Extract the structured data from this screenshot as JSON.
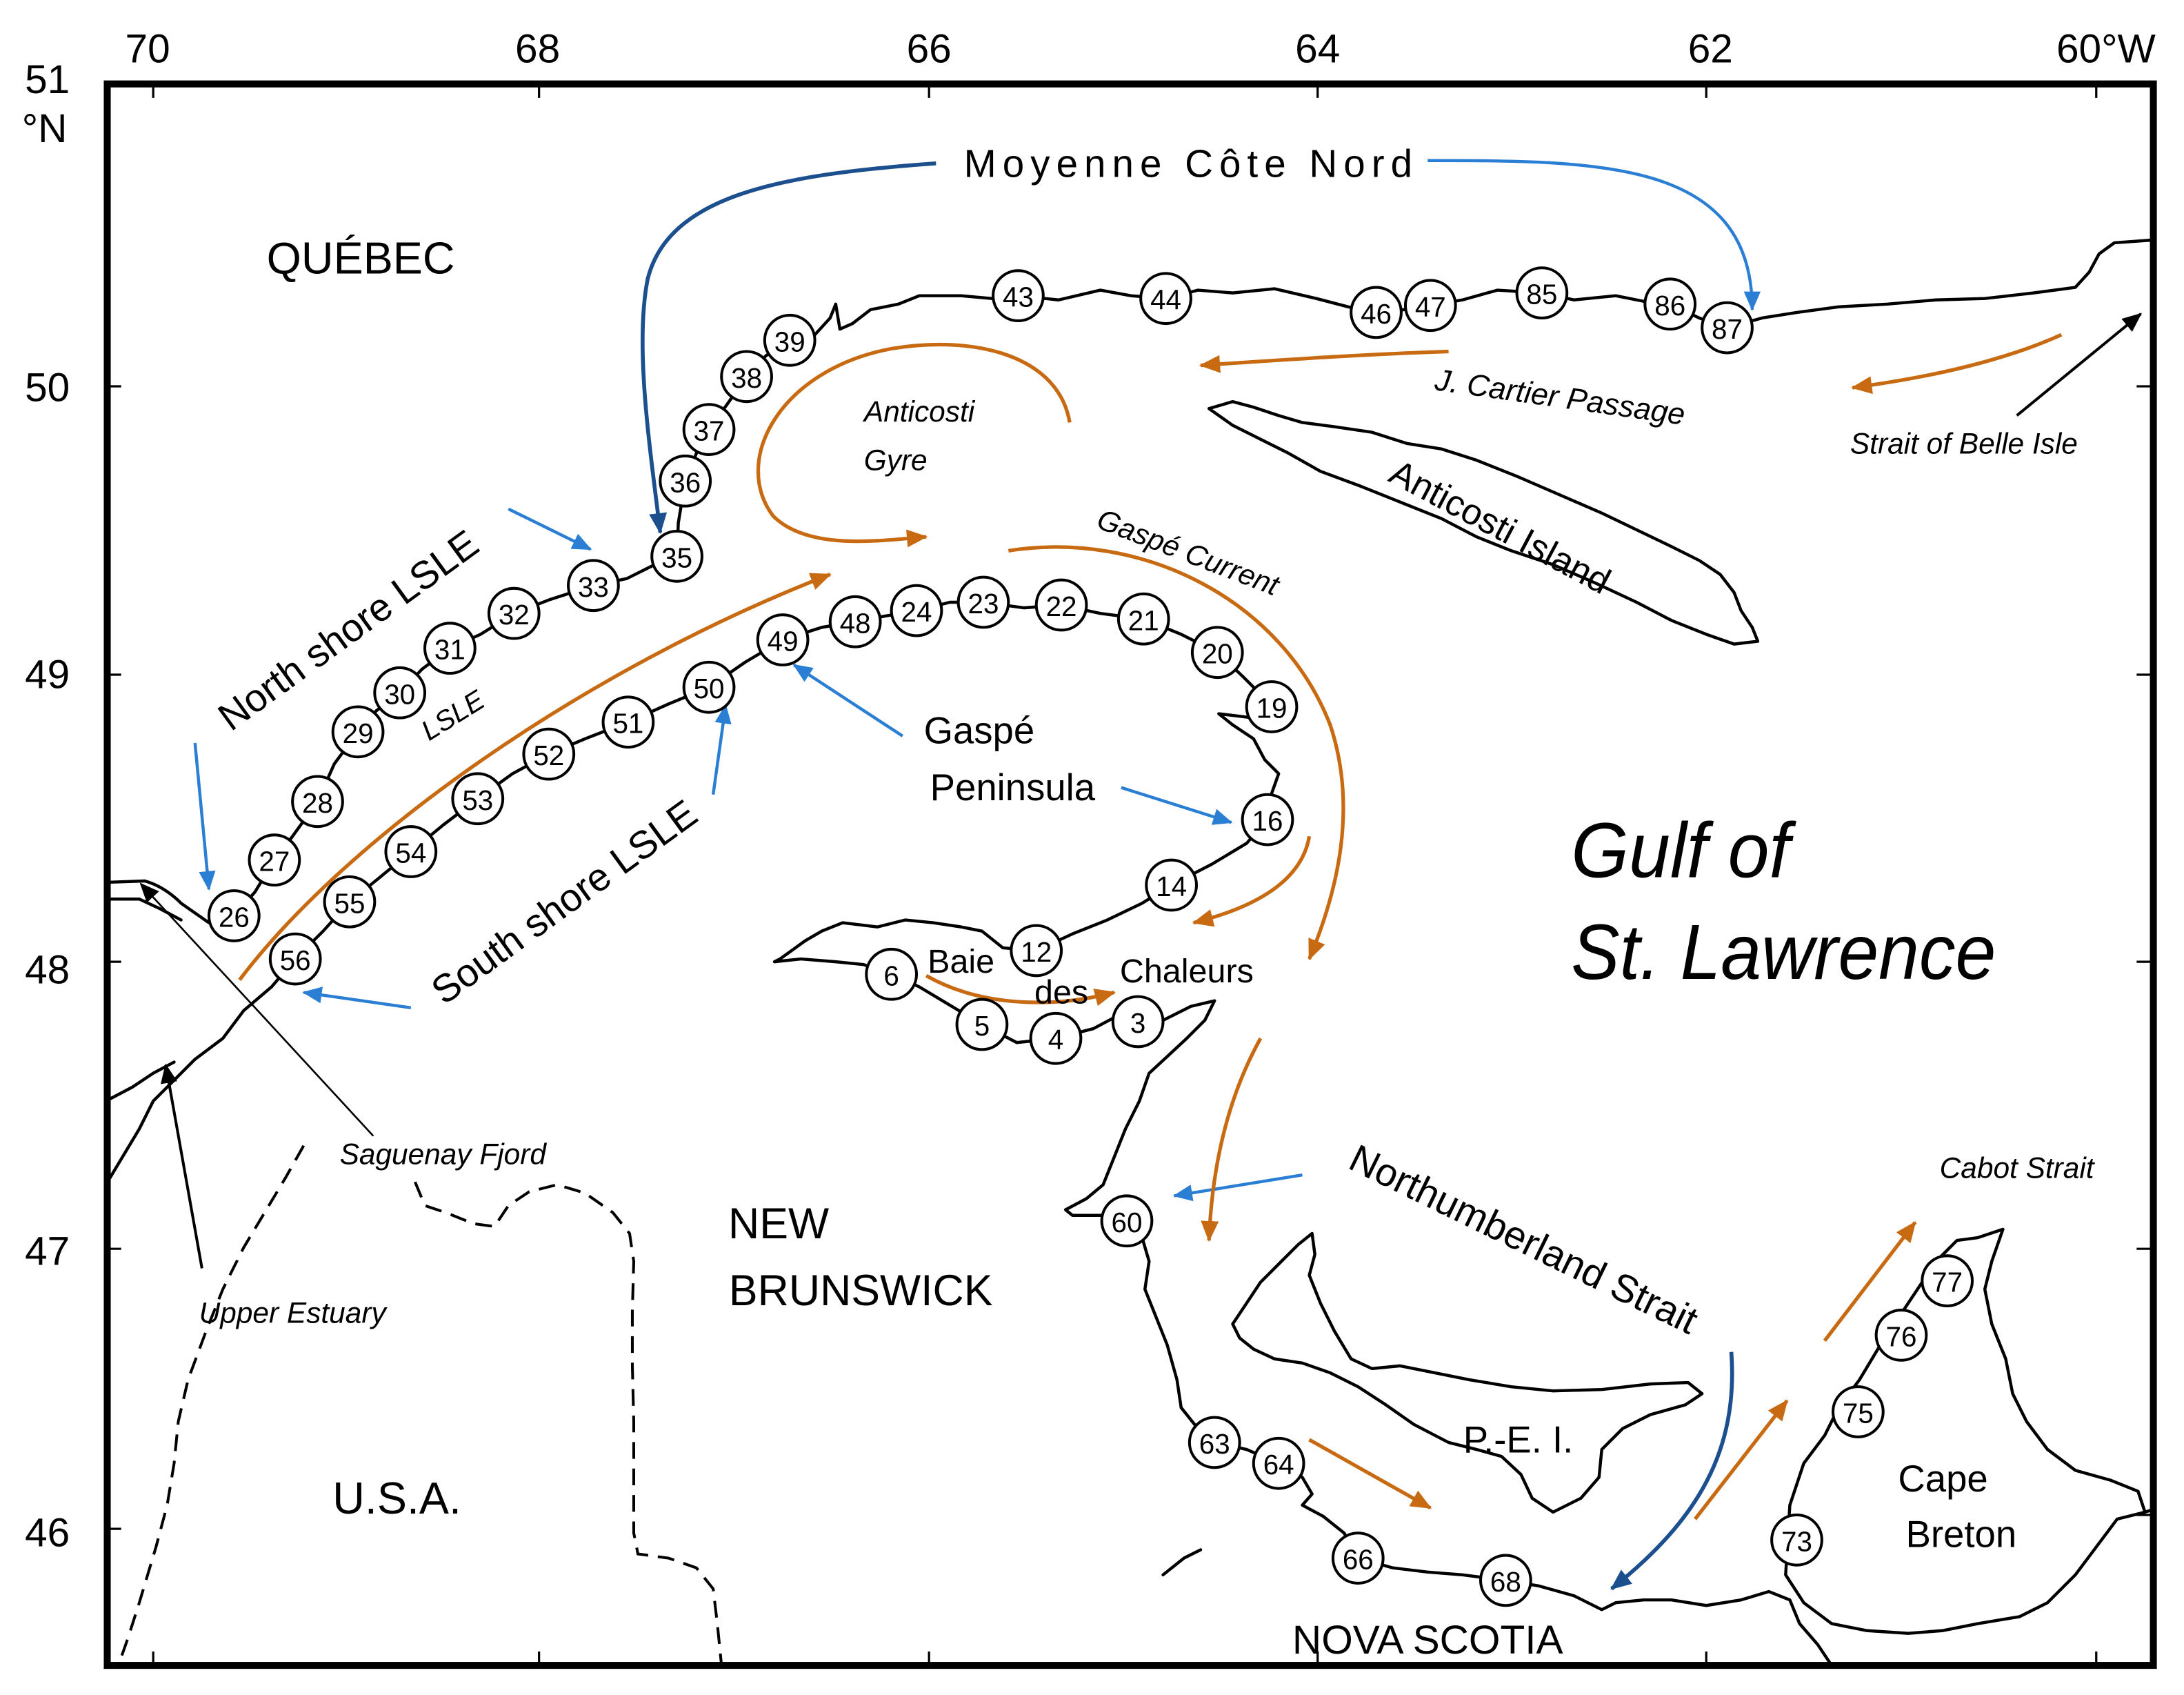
{
  "axes": {
    "longitude_ticks": [
      "70",
      "68",
      "66",
      "64",
      "62",
      "60°W"
    ],
    "latitude_ticks": [
      "51",
      "50",
      "49",
      "48",
      "47",
      "46"
    ],
    "latitude_unit": "°N"
  },
  "regions": {
    "quebec": "QUÉBEC",
    "new_brunswick": [
      "NEW",
      "BRUNSWICK"
    ],
    "usa": "U.S.A.",
    "nova_scotia": "NOVA SCOTIA",
    "pei": "P.-E. I.",
    "cape_breton": [
      "Cape",
      "Breton"
    ],
    "gaspe_peninsula": [
      "Gaspé",
      "Peninsula"
    ],
    "anticosti_island": "Anticosti Island",
    "moyenne_cote_nord": "Moyenne Côte Nord"
  },
  "water_features": {
    "gulf": [
      "Gulf of",
      "St. Lawrence"
    ],
    "baie_des_chaleurs": [
      "Baie",
      "des",
      "Chaleurs"
    ],
    "northumberland_strait": "Northumberland Strait",
    "north_shore_lsle": "North shore LSLE",
    "south_shore_lsle": "South shore LSLE",
    "lsle": "LSLE",
    "anticosti_gyre": [
      "Anticosti",
      "Gyre"
    ],
    "gaspe_current": "Gaspé Current",
    "jacques_cartier_passage": "J. Cartier Passage",
    "strait_of_belle_isle": "Strait of Belle Isle",
    "cabot_strait": "Cabot Strait",
    "saguenay_fjord": "Saguenay Fjord",
    "upper_estuary": "Upper Estuary"
  },
  "stations": [
    "26",
    "27",
    "28",
    "29",
    "30",
    "31",
    "32",
    "33",
    "35",
    "36",
    "37",
    "38",
    "39",
    "43",
    "44",
    "46",
    "47",
    "85",
    "86",
    "87",
    "56",
    "55",
    "54",
    "53",
    "52",
    "51",
    "50",
    "49",
    "48",
    "24",
    "23",
    "22",
    "21",
    "20",
    "19",
    "16",
    "14",
    "12",
    "6",
    "5",
    "4",
    "3",
    "60",
    "63",
    "64",
    "66",
    "68",
    "73",
    "75",
    "76",
    "77"
  ],
  "colors": {
    "blue_arrow": "#2a7ed3",
    "dark_blue_arrow": "#1c4f8e",
    "orange_arrow": "#c86a12",
    "black_arrow": "#000000",
    "coastline": "#000000",
    "station_fill": "#ffffff"
  }
}
